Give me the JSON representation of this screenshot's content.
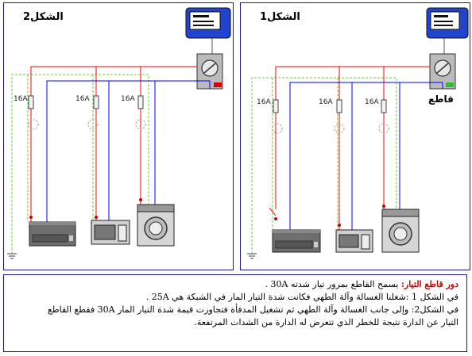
{
  "figures": {
    "left_title": "الشكل2",
    "right_title": "الشكل1",
    "breaker_label": "قاطع",
    "fuse_rating": "16A"
  },
  "colors": {
    "phase": "#ff0000",
    "neutral": "#0000ff",
    "earth": "#66cc33",
    "meter": "#2244cc",
    "breaker_tripped": "#dd0000",
    "breaker_ok": "#33bb33"
  },
  "caption": {
    "heading": "دور قاطع التيار:",
    "line1": "يسمح القاطع بمرور تيار شدته 30A .",
    "line2": "في الشكل 1 :شغلنا الغسالة وآلة الطهي فكانت شدة التيار المار في الشبكة هي 25A .",
    "line3": "في الشكل2: وإلى جانب الغسالة وآلة الطهي ثم تشغيل المدفأة فتجاوزت قيمة شدة التيار المار      30A   فقطع القاطع",
    "line4": "التيار عن الدارة نتيجة للخطر الذي تتعرض له الدارة من الشدات المرتفعة."
  }
}
